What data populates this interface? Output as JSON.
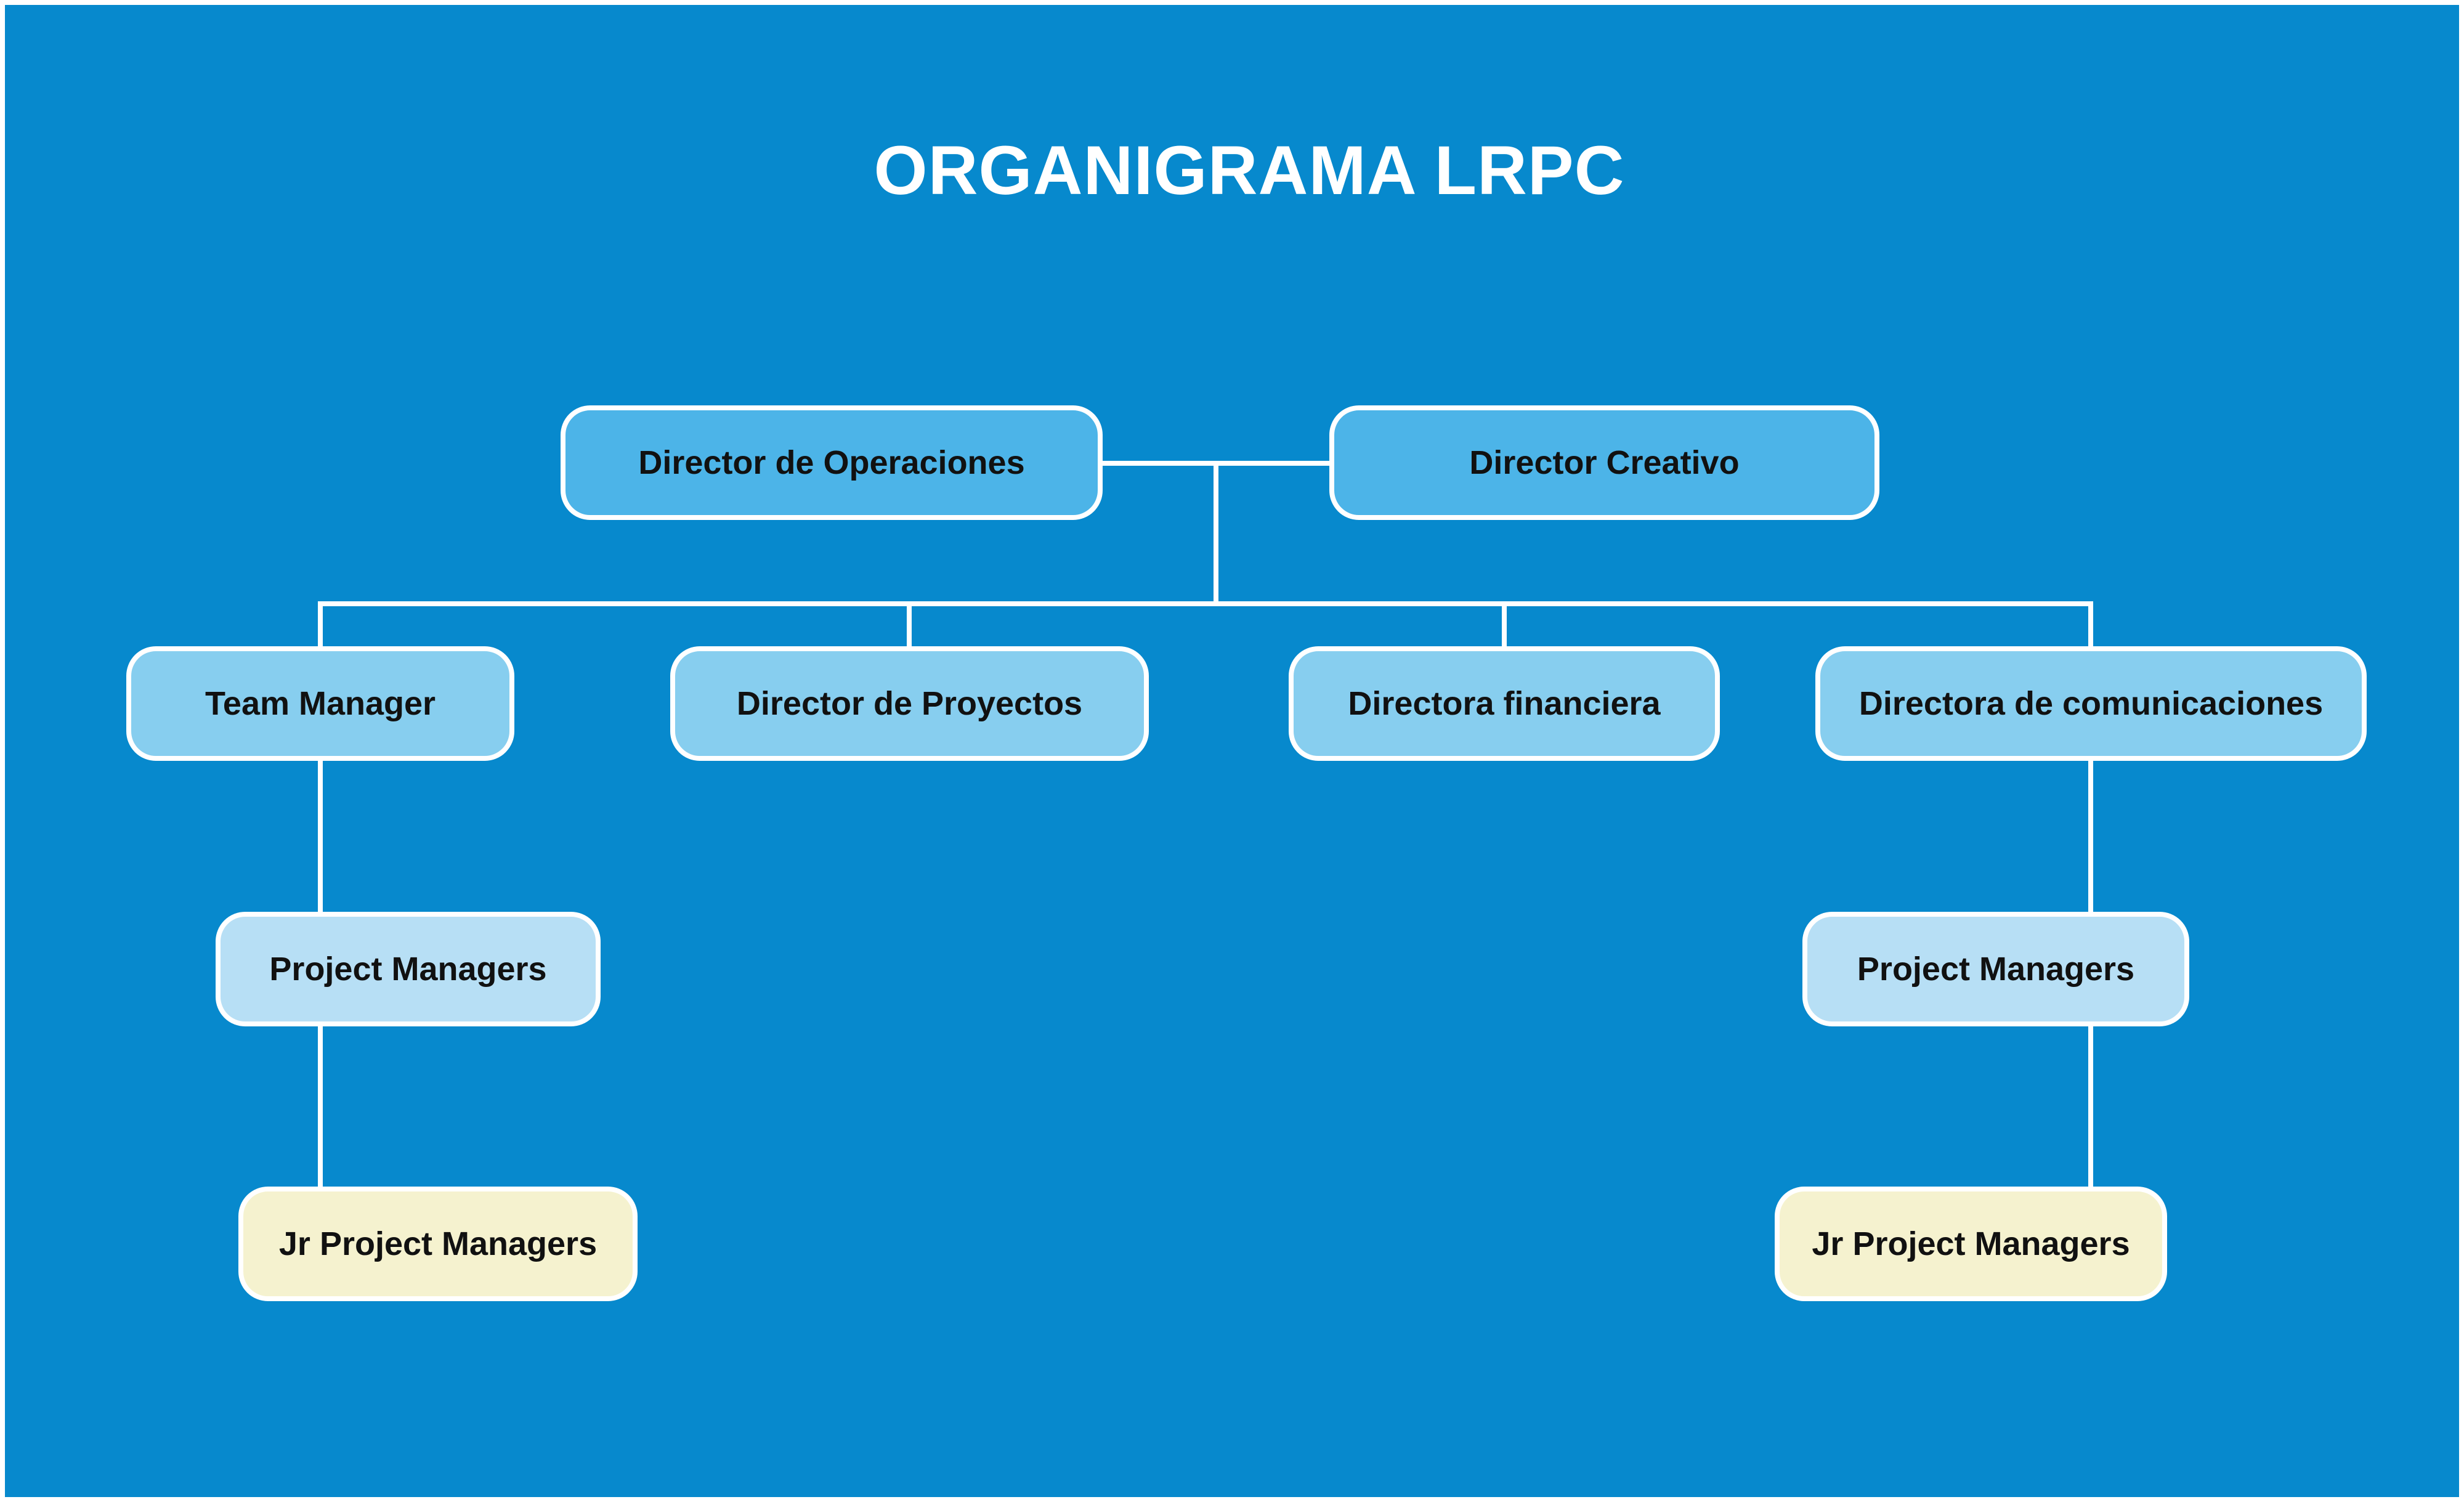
{
  "title": "ORGANIGRAMA LRPC",
  "colors": {
    "background": "#0789cd",
    "level1_fill": "#4cb4e8",
    "level2_fill": "#87ceef",
    "level3_fill": "#b7dff5",
    "level4_fill": "#f5f2cf",
    "connector": "#ffffff",
    "text": "#111111",
    "title_text": "#ffffff"
  },
  "nodes": {
    "director_operaciones": {
      "label": "Director de Operaciones",
      "level": 1
    },
    "director_creativo": {
      "label": "Director Creativo",
      "level": 1
    },
    "team_manager": {
      "label": "Team Manager",
      "level": 2
    },
    "director_proyectos": {
      "label": "Director de Proyectos",
      "level": 2
    },
    "directora_financiera": {
      "label": "Directora financiera",
      "level": 2
    },
    "directora_comunicaciones": {
      "label": "Directora de comunicaciones",
      "level": 2
    },
    "project_managers_left": {
      "label": "Project Managers",
      "level": 3
    },
    "project_managers_right": {
      "label": "Project Managers",
      "level": 3
    },
    "jr_project_managers_left": {
      "label": "Jr Project Managers",
      "level": 4
    },
    "jr_project_managers_right": {
      "label": "Jr Project Managers",
      "level": 4
    }
  },
  "edges": [
    {
      "from": "director_operaciones",
      "to": "director_creativo"
    },
    {
      "from": "top_pair",
      "to": "team_manager"
    },
    {
      "from": "top_pair",
      "to": "director_proyectos"
    },
    {
      "from": "top_pair",
      "to": "directora_financiera"
    },
    {
      "from": "top_pair",
      "to": "directora_comunicaciones"
    },
    {
      "from": "team_manager",
      "to": "project_managers_left"
    },
    {
      "from": "project_managers_left",
      "to": "jr_project_managers_left"
    },
    {
      "from": "directora_comunicaciones",
      "to": "project_managers_right"
    },
    {
      "from": "project_managers_right",
      "to": "jr_project_managers_right"
    }
  ]
}
